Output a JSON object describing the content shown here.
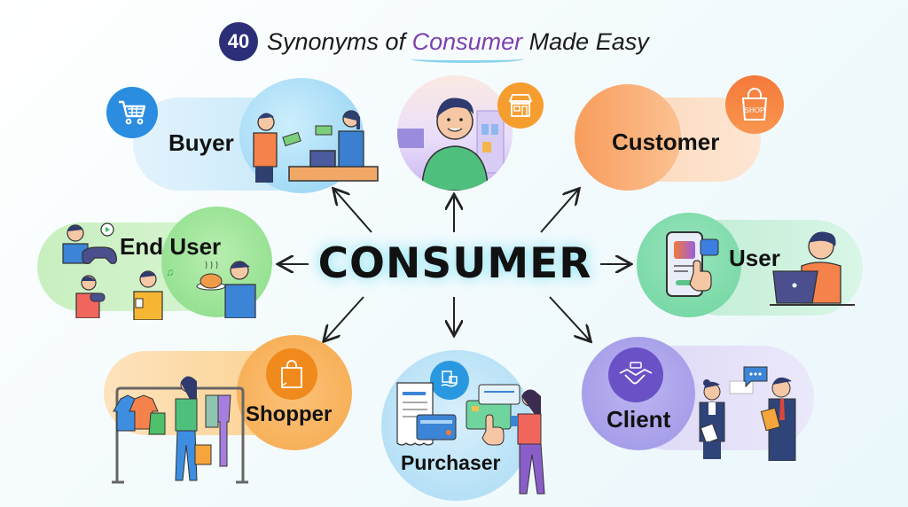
{
  "title": {
    "badge": "40",
    "prefix": "Synonyms of",
    "accent": "Consumer",
    "suffix": "Made Easy"
  },
  "center": {
    "label": "CONSUMER"
  },
  "synonyms": [
    {
      "id": "buyer",
      "label": "Buyer",
      "icon": "shopping-cart-icon",
      "color": "#8fd0f2"
    },
    {
      "id": "shop-person",
      "label": "",
      "icon": "storefront-icon",
      "color": "#f7a13a"
    },
    {
      "id": "customer",
      "label": "Customer",
      "icon": "shop-bag-icon",
      "badge_text": "SHOP",
      "color": "#f7a369"
    },
    {
      "id": "end-user",
      "label": "End User",
      "icon": "game-controller-icon",
      "color": "#8fe08f"
    },
    {
      "id": "user",
      "label": "User",
      "icon": "mobile-app-icon",
      "color": "#7fd9a8"
    },
    {
      "id": "shopper",
      "label": "Shopper",
      "icon": "shopping-bag-icon",
      "color": "#f7b24d"
    },
    {
      "id": "purchaser",
      "label": "Purchaser",
      "icon": "payment-card-icon",
      "color": "#a8daf3"
    },
    {
      "id": "client",
      "label": "Client",
      "icon": "handshake-icon",
      "color": "#a7a1ea"
    }
  ]
}
